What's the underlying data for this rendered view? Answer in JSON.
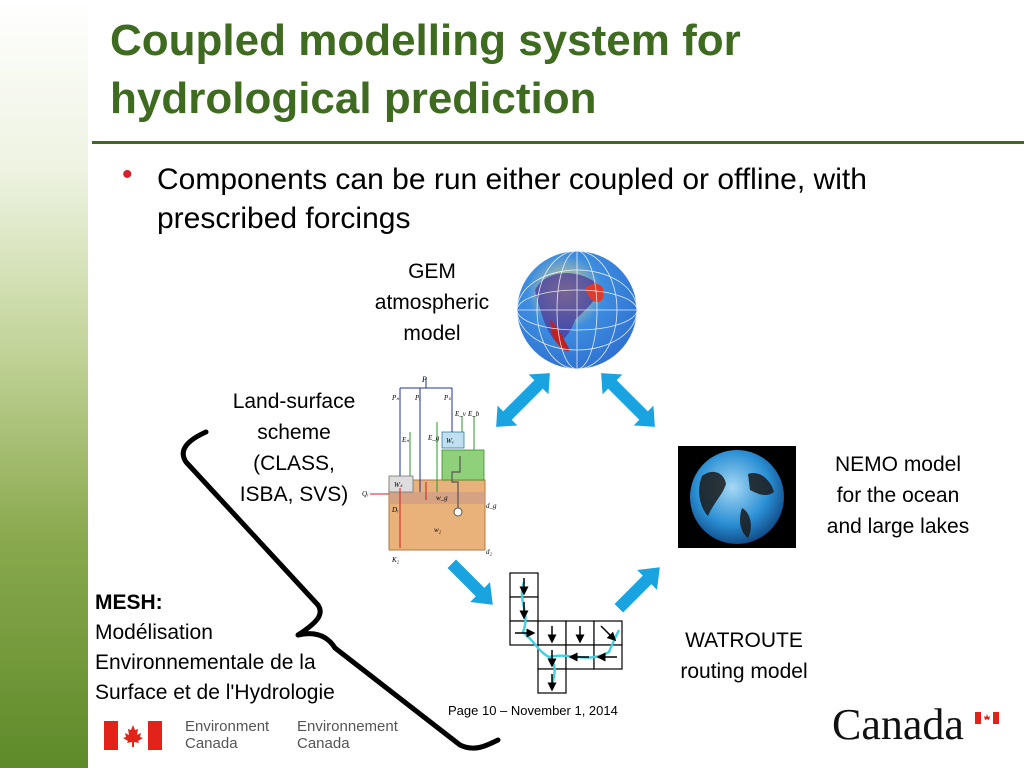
{
  "slide": {
    "title_line1": "Coupled modelling system for",
    "title_line2": "hydrological prediction",
    "bullet": "Components can be run either coupled or offline, with prescribed forcings",
    "bullet_marker": "•"
  },
  "components": {
    "gem": [
      "GEM",
      "atmospheric",
      "model"
    ],
    "land": [
      "Land-surface",
      "scheme",
      "(CLASS,",
      "ISBA, SVS)"
    ],
    "nemo": [
      "NEMO model",
      "for the ocean",
      "and large lakes"
    ],
    "watroute": [
      "WATROUTE",
      "routing model"
    ]
  },
  "mesh": {
    "heading": "MESH:",
    "lines": [
      "Modélisation",
      "Environnementale de la",
      "Surface et de l'Hydrologie"
    ]
  },
  "diagram_labels": {
    "p": "P",
    "pr": "Pᵣ",
    "ps": "Pₛ",
    "pn": "Pₙ",
    "en": "Eₙ",
    "eg": "E_g",
    "ev": "E_v",
    "eb": "E_b",
    "ws": "Wₛ",
    "wv": "Wᵥ",
    "wg": "w_g",
    "w2": "w₂",
    "qr": "Qᵣ",
    "dr": "Dᵣ",
    "k2": "K₂",
    "dg": "d_g",
    "d2": "d₂"
  },
  "footer": {
    "page": "Page 10 – November 1, 2014",
    "org_en_1": "Environment",
    "org_en_2": "Canada",
    "org_fr_1": "Environnement",
    "org_fr_2": "Canada",
    "wordmark": "Canada"
  },
  "colors": {
    "title": "#3e6b20",
    "bullet": "#d6202a",
    "arrow": "#19a3e0",
    "flag_red": "#e2231a"
  }
}
